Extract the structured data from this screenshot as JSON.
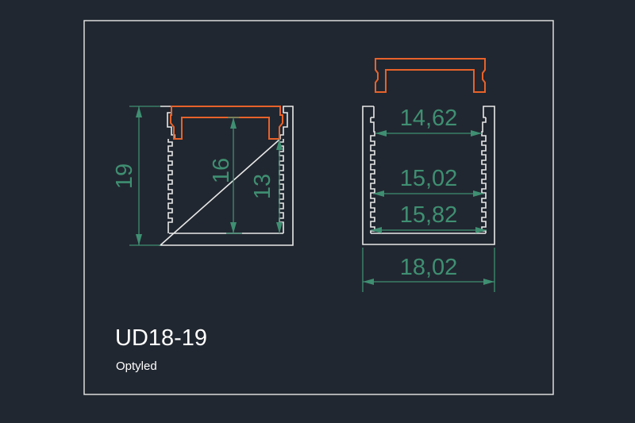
{
  "title": "UD18-19",
  "brand": "Optyled",
  "colors": {
    "profile": "#e8e8e8",
    "cover": "#e8622a",
    "dimension": "#3f8f72",
    "background": "#212730"
  },
  "side_view": {
    "dims": {
      "total_height": "19",
      "inner_height_cover": "16",
      "inner_height": "13"
    }
  },
  "front_view": {
    "dims": {
      "top_width": "14,62",
      "mid_width": "15,02",
      "bottom_inner_width": "15,82",
      "outer_width": "18,02"
    }
  }
}
